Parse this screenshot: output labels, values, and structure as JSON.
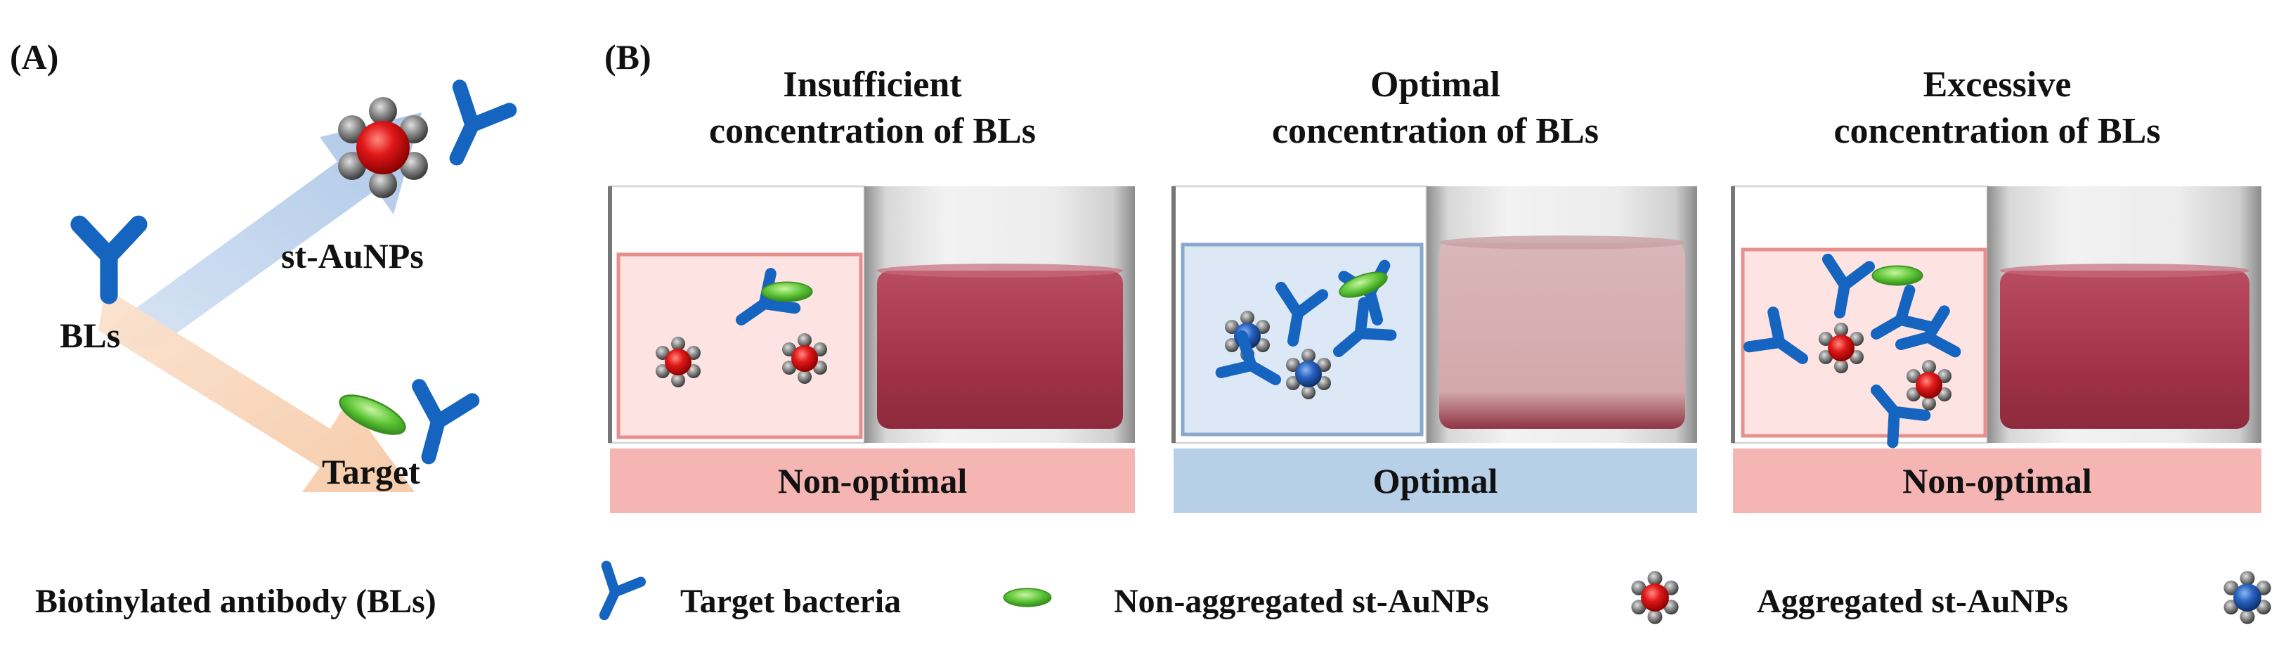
{
  "panel_a": {
    "label": "(A)",
    "bls_label": "BLs",
    "auNP_label": "st-AuNPs",
    "target_label": "Target"
  },
  "panel_b": {
    "label": "(B)",
    "columns": [
      {
        "title_line1": "Insufficient",
        "title_line2": "concentration of BLs",
        "status": "Non-optimal",
        "status_color": "#f4b5b3"
      },
      {
        "title_line1": "Optimal",
        "title_line2": "concentration of BLs",
        "status": "Optimal",
        "status_color": "#b8cfe8"
      },
      {
        "title_line1": "Excessive",
        "title_line2": "concentration of BLs",
        "status": "Non-optimal",
        "status_color": "#f4b5b3"
      }
    ]
  },
  "legend": {
    "antibody": "Biotinylated antibody (BLs)",
    "bacteria": "Target bacteria",
    "non_aggregated": "Non-aggregated st-AuNPs",
    "aggregated": "Aggregated st-AuNPs"
  },
  "colors": {
    "antibody": "#1565c0",
    "bacteria": "#5cc23a",
    "au_red": "#d81b1b",
    "au_blue": "#1e5bb8",
    "liquid": "#a8344a",
    "pink_box": "#fde3e2",
    "blue_box": "#dce8f6"
  }
}
